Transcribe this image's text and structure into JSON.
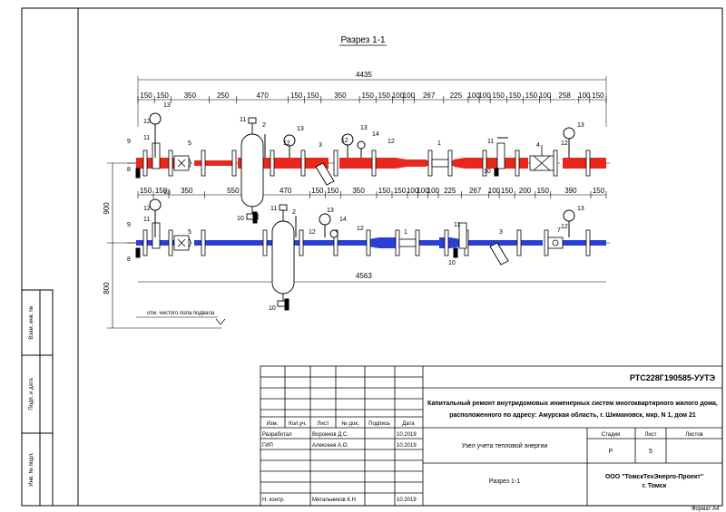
{
  "section_title": "Разрез 1-1",
  "overall_dims": {
    "top_total": "4435",
    "bottom_total": "4563"
  },
  "top_dims": [
    "150",
    "150",
    "350",
    "250",
    "470",
    "150",
    "150",
    "350",
    "150",
    "150",
    "100",
    "100",
    "267",
    "225",
    "100",
    "100",
    "150",
    "150",
    "150",
    "100",
    "258",
    "100",
    "150"
  ],
  "bottom_dims": [
    "150",
    "150",
    "350",
    "550",
    "470",
    "150",
    "150",
    "350",
    "150",
    "150",
    "100",
    "100",
    "100",
    "225",
    "267",
    "100",
    "150",
    "200",
    "150",
    "390",
    "150"
  ],
  "vertical_dims": {
    "upper": "900",
    "lower": "800"
  },
  "floor_mark": "отм. чистого пола подвала",
  "leader_labels": {
    "n1": "1",
    "n2": "2",
    "n3": "3",
    "n4": "4",
    "n5": "5",
    "n7": "7",
    "n8": "8",
    "n9": "9",
    "n10": "10",
    "n11": "11",
    "n12": "12",
    "n13": "13",
    "n14": "14"
  },
  "side_labels": {
    "inv_podl": "Инв. № подл.",
    "podp_date": "Подп. и дата",
    "vzam_inv": "Взам. инв. №"
  },
  "title_block": {
    "doc_code": "РТС228Г190585-УУТЭ",
    "project_title_1": "Капитальный ремонт внутридомовых инженерных систем многоквартирного жилого дома,",
    "project_title_2": "расположенного по адресу: Амурская область, г. Шимановск, мкр. N 1, дом 21",
    "col_izm": "Изм.",
    "col_kol": "Кол.уч.",
    "col_list": "Лист",
    "col_ndok": "№ док.",
    "col_podp": "Подпись",
    "col_date": "Дата",
    "role_dev": "Разработал",
    "name_dev": "Воронков Д.С.",
    "date_dev": "10.2019",
    "role_gip": "ГИП",
    "name_gip": "Алексеев А.О.",
    "date_gip": "10.2019",
    "role_nk": "Н. контр.",
    "name_nk": "Метальников К.Н.",
    "date_nk": "10.2019",
    "object_name": "Узел учета тепловой энергии",
    "stage_hdr": "Стадия",
    "sheet_hdr": "Лист",
    "sheets_hdr": "Листов",
    "stage_val": "Р",
    "sheet_val": "5",
    "drawing_name": "Разрез 1-1",
    "org_1": "ООО \"ТомскТехЭнерго-Проект\"",
    "org_2": "г. Томск",
    "format": "Формат А4"
  },
  "colors": {
    "supply": "#e8281e",
    "return": "#2a3fd6"
  }
}
